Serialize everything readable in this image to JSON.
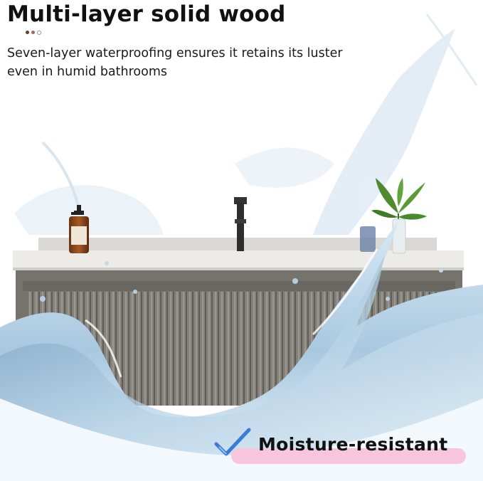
{
  "header": {
    "title": "Multi-layer solid wood",
    "subtitle": "Seven-layer waterproofing ensures it retains its luster even in humid bathrooms"
  },
  "badge": {
    "label": "Moisture-resistant",
    "icon": "checkmark-icon"
  },
  "colors": {
    "dot_1": "#6b3a2a",
    "dot_2": "#a26a5a",
    "dot_3": "#d9c5bf",
    "badge_highlight": "#f7c6dc",
    "check": "#3a7bd5",
    "cabinet": "#7d7a74",
    "countertop": "#e9e8e4",
    "water": "#8fb7d6"
  }
}
